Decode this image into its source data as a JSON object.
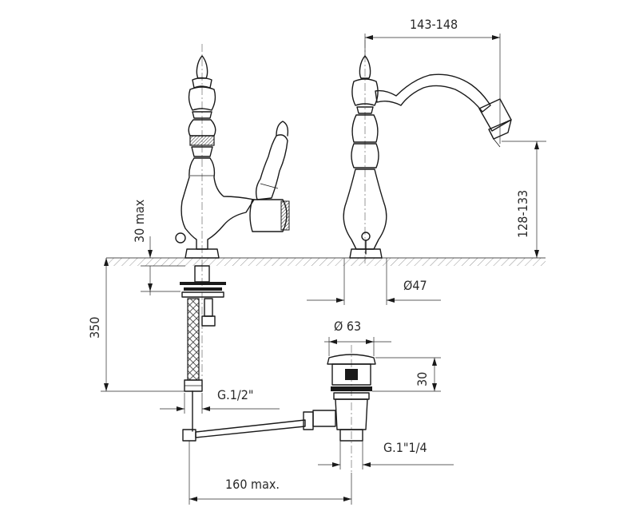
{
  "dimensions": {
    "spout_reach": "143-148",
    "spout_height": "128-133",
    "base_diameter": "Ø47",
    "deck_thickness_max": "30 max",
    "supply_hose_length": "350",
    "supply_thread": "G.1/2\"",
    "waste_diameter": "Ø 63",
    "waste_height": "30",
    "waste_thread": "G.1\"1/4",
    "rod_length": "160 max."
  }
}
